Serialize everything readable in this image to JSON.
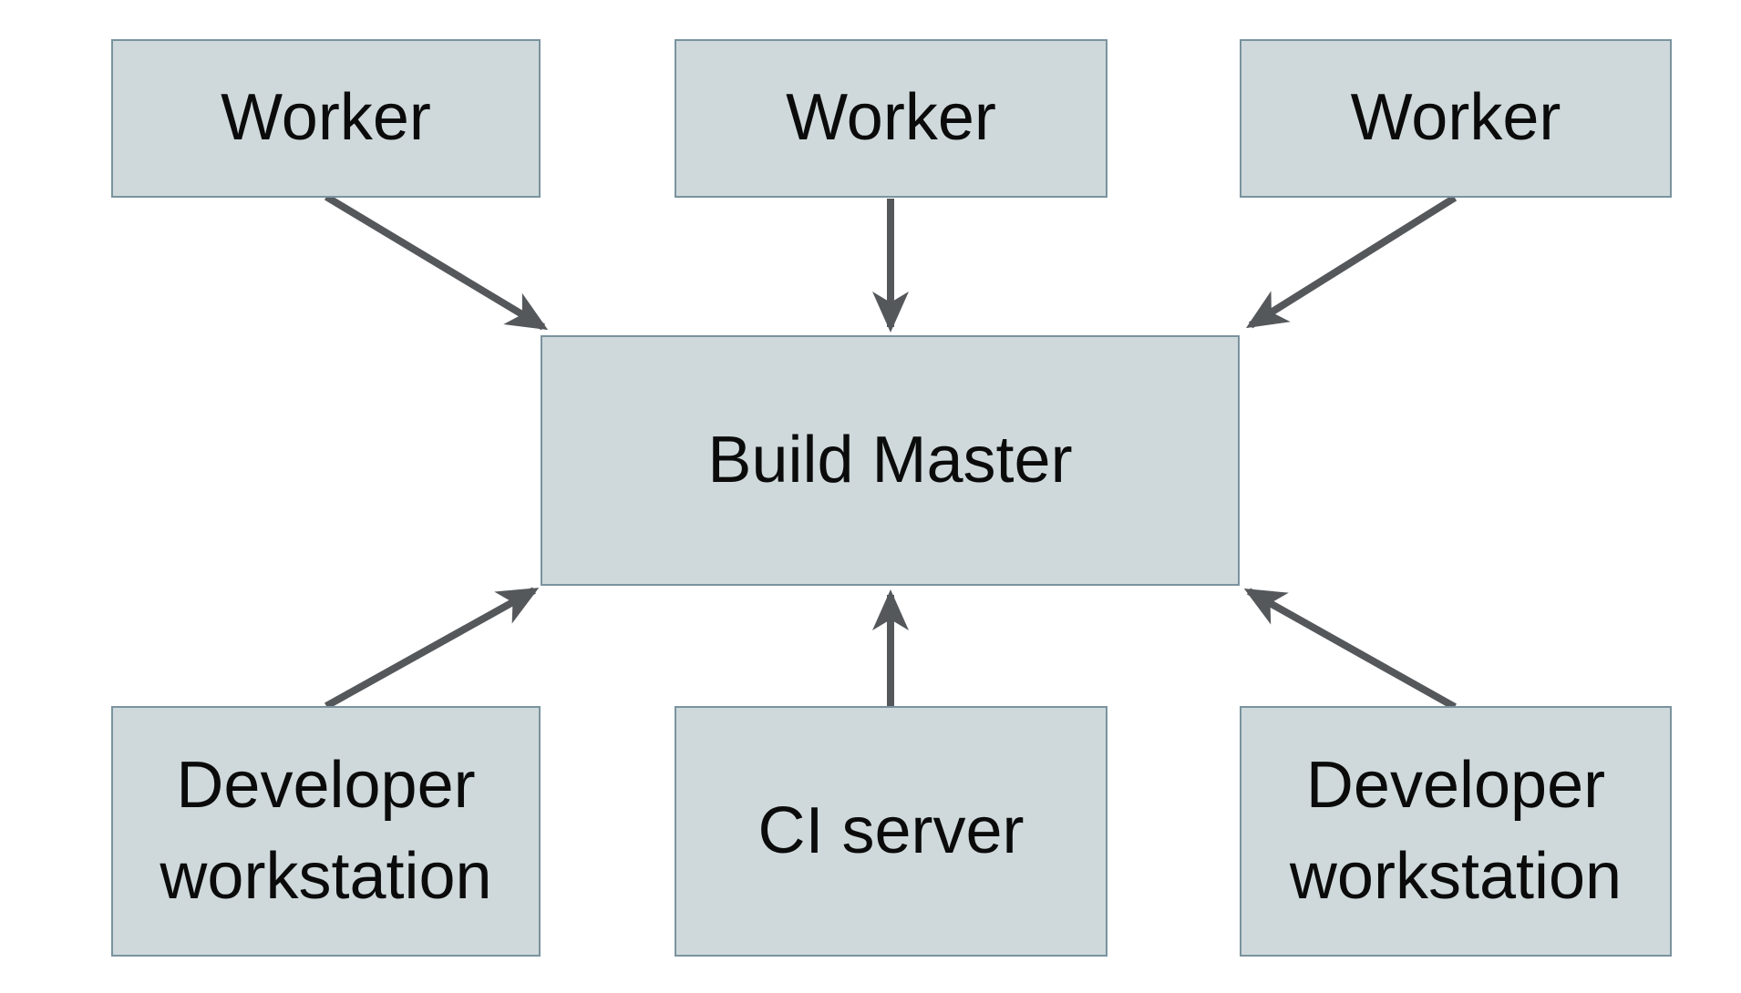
{
  "diagram": {
    "background_color": "#ffffff",
    "node_fill_color": "#cfd9db",
    "node_border_color": "#7a939e",
    "arrow_color": "#55585b",
    "text_color": "#0b0b0b",
    "nodes": [
      {
        "id": "worker-left",
        "label": "Worker"
      },
      {
        "id": "worker-center",
        "label": "Worker"
      },
      {
        "id": "worker-right",
        "label": "Worker"
      },
      {
        "id": "build-master",
        "label": "Build Master"
      },
      {
        "id": "developer-workstation-left",
        "label": "Developer workstation"
      },
      {
        "id": "ci-server",
        "label": "CI server"
      },
      {
        "id": "developer-workstation-right",
        "label": "Developer workstation"
      }
    ],
    "edges": [
      {
        "from": "worker-left",
        "to": "build-master"
      },
      {
        "from": "worker-center",
        "to": "build-master"
      },
      {
        "from": "worker-right",
        "to": "build-master"
      },
      {
        "from": "developer-workstation-left",
        "to": "build-master"
      },
      {
        "from": "ci-server",
        "to": "build-master"
      },
      {
        "from": "developer-workstation-right",
        "to": "build-master"
      }
    ]
  }
}
